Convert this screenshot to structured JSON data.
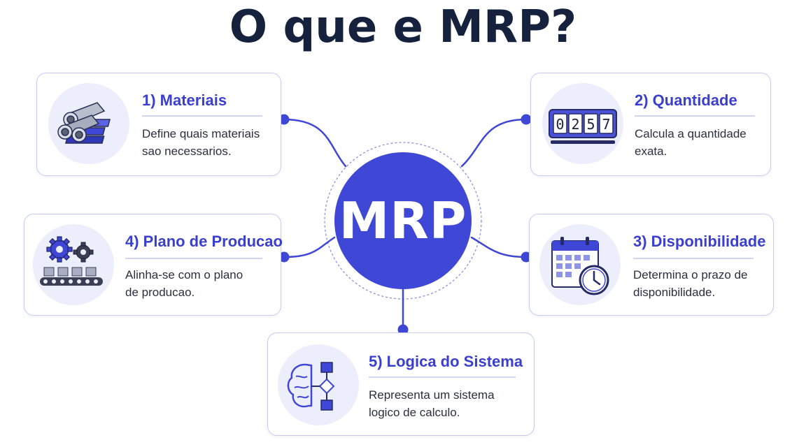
{
  "title": "O que e MRP?",
  "hub": {
    "label": "MRP"
  },
  "colors": {
    "accent": "#3f47d6",
    "title": "#16213d",
    "card_border": "#c7cbf0",
    "icon_bg": "#eceefc"
  },
  "cards": [
    {
      "title": "1) Materiais",
      "desc": [
        "Define quais materiais",
        "sao necessarios."
      ],
      "icon": "pipes-and-bars-icon"
    },
    {
      "title": "2) Quantidade",
      "desc": [
        "Calcula a quantidade",
        "exata."
      ],
      "icon": "counter-icon",
      "counter": "0257"
    },
    {
      "title": "3) Disponibilidade",
      "desc": [
        "Determina o prazo de",
        "disponibilidade."
      ],
      "icon": "calendar-clock-icon"
    },
    {
      "title": "4) Plano de Producao",
      "desc": [
        "Alinha-se com o plano",
        "de producao."
      ],
      "icon": "gears-conveyor-icon"
    },
    {
      "title": "5) Logica do Sistema",
      "desc": [
        "Representa um sistema",
        "logico de calculo."
      ],
      "icon": "brain-flowchart-icon"
    }
  ]
}
